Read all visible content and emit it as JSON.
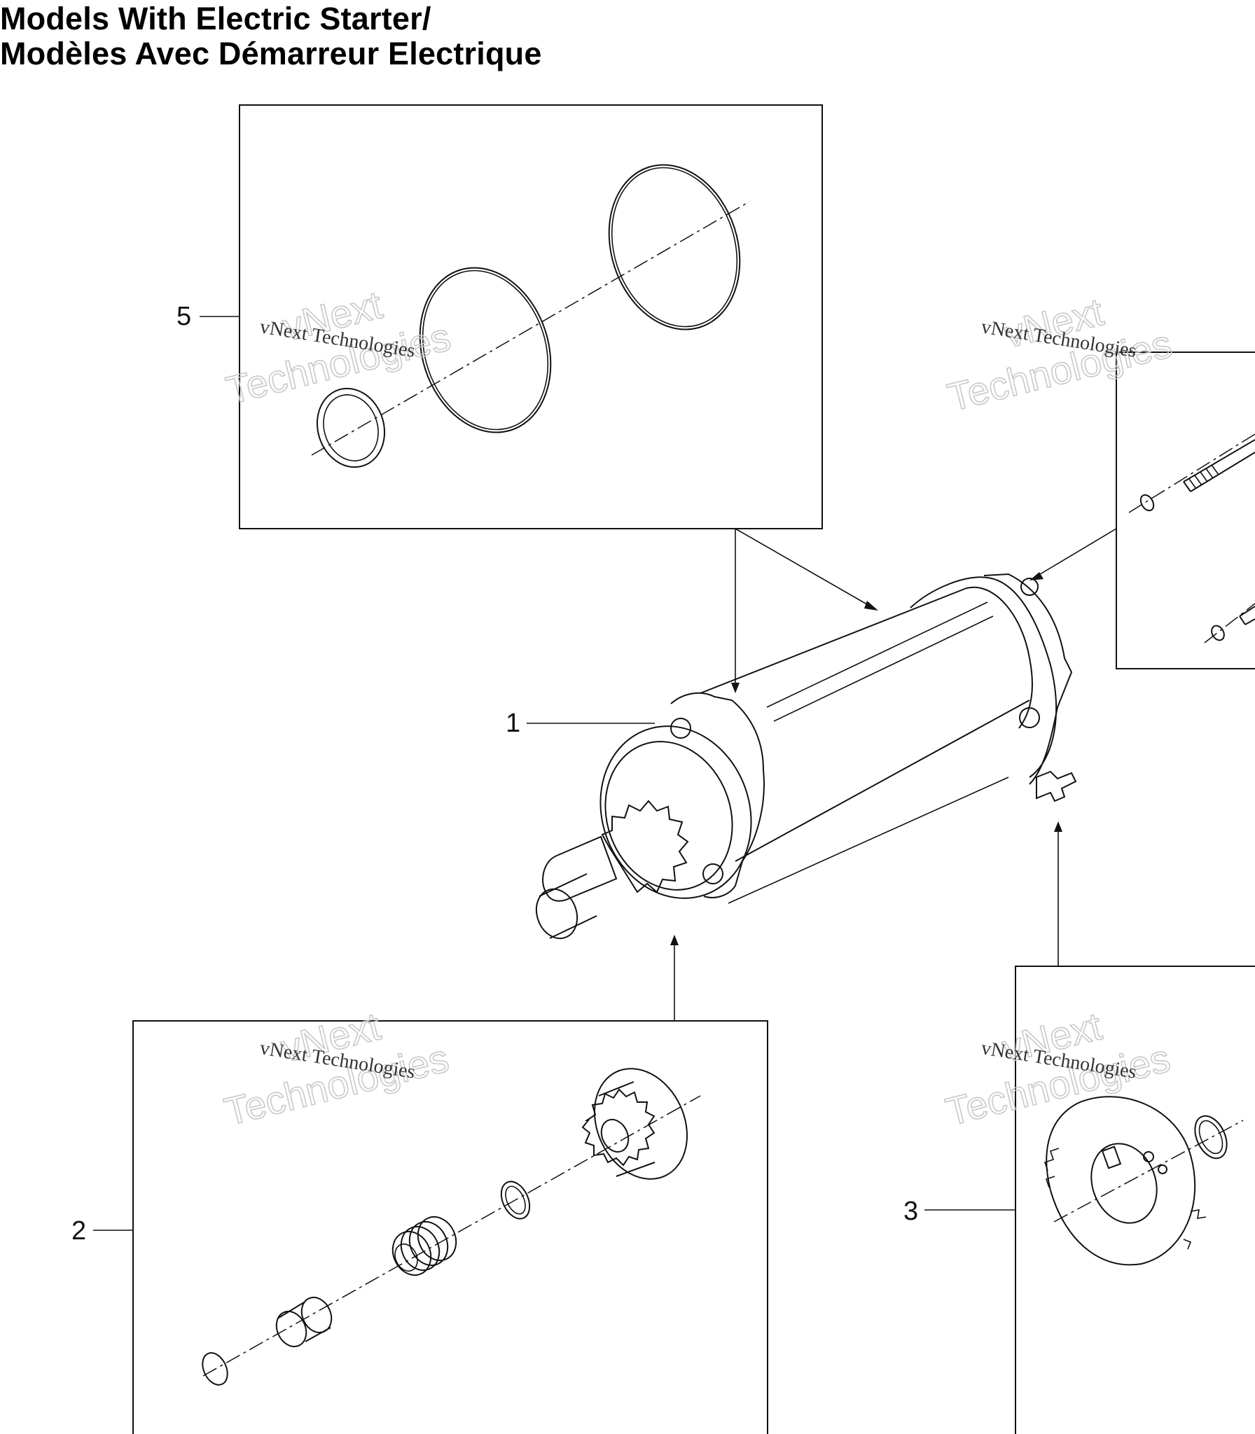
{
  "page": {
    "title_line1": "Models With Electric Starter/",
    "title_line2": "Modèles Avec Démarreur Electrique"
  },
  "callouts": [
    {
      "id": "1",
      "label": "1"
    },
    {
      "id": "2",
      "label": "2"
    },
    {
      "id": "3",
      "label": "3"
    },
    {
      "id": "5",
      "label": "5"
    }
  ],
  "watermark": {
    "big_line1": "vNext",
    "big_line2": "Technologies",
    "small": "vNext Technologies"
  },
  "colors": {
    "line": "#111111",
    "watermark": "#c9c9c9",
    "background": "#ffffff"
  }
}
